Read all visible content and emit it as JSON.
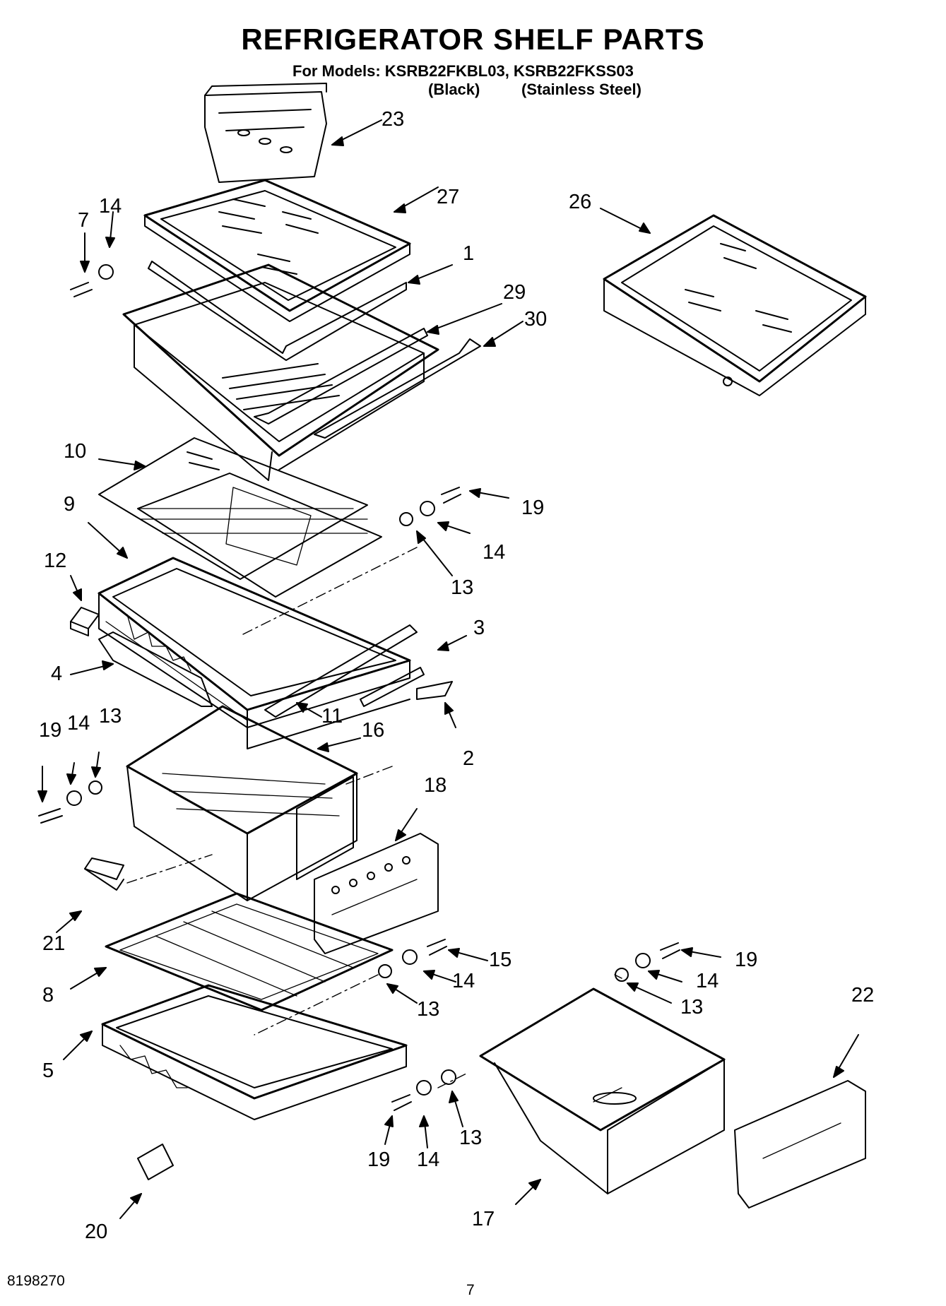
{
  "page": {
    "title": "REFRIGERATOR SHELF PARTS",
    "models_line": "For Models: KSRB22FKBL03, KSRB22FKSS03",
    "variant_black": "(Black)",
    "variant_stainless": "(Stainless Steel)",
    "doc_number": "8198270",
    "page_number": "7"
  },
  "callouts": [
    "23",
    "27",
    "7",
    "14",
    "1",
    "29",
    "30",
    "26",
    "10",
    "19",
    "9",
    "14",
    "12",
    "13",
    "3",
    "4",
    "11",
    "2",
    "16",
    "19",
    "14",
    "13",
    "18",
    "21",
    "15",
    "14",
    "8",
    "13",
    "19",
    "14",
    "13",
    "22",
    "5",
    "19",
    "14",
    "13",
    "17",
    "20"
  ]
}
